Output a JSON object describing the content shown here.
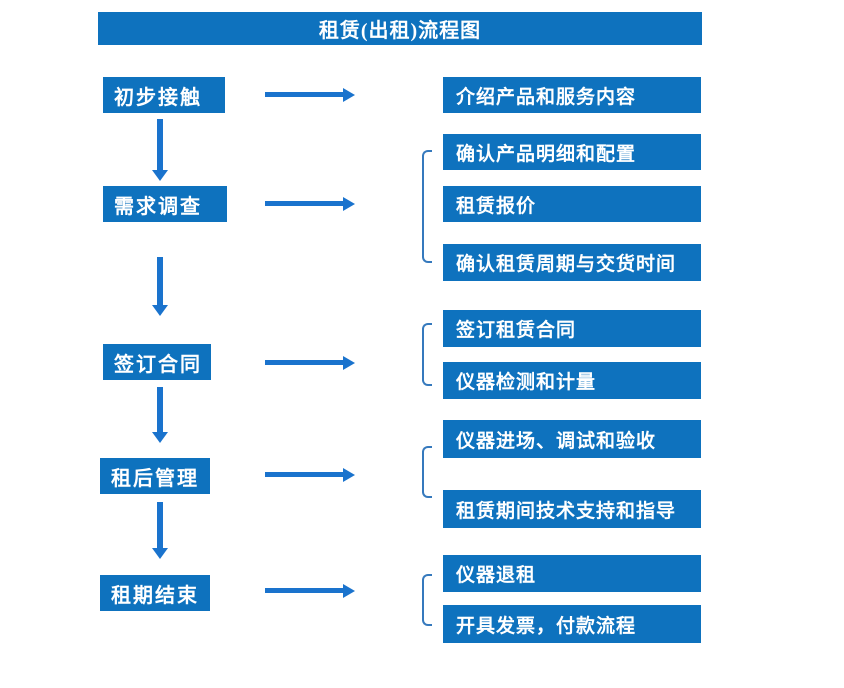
{
  "title": "租赁(出租)流程图",
  "colors": {
    "box": "#0E72BE",
    "arrow": "#1A73CD",
    "bracket": "#3579BD",
    "text": "#FFFFFF",
    "bg": "#FFFFFF"
  },
  "stages": [
    {
      "label": "初步接触",
      "outputs": [
        "介绍产品和服务内容"
      ]
    },
    {
      "label": "需求调查",
      "outputs": [
        "确认产品明细和配置",
        "租赁报价",
        "确认租赁周期与交货时间"
      ]
    },
    {
      "label": "签订合同",
      "outputs": [
        "签订租赁合同",
        "仪器检测和计量"
      ]
    },
    {
      "label": "租后管理",
      "outputs": [
        "仪器进场、调试和验收",
        "租赁期间技术支持和指导"
      ]
    },
    {
      "label": "租期结束",
      "outputs": [
        "仪器退租",
        "开具发票，付款流程"
      ]
    }
  ]
}
